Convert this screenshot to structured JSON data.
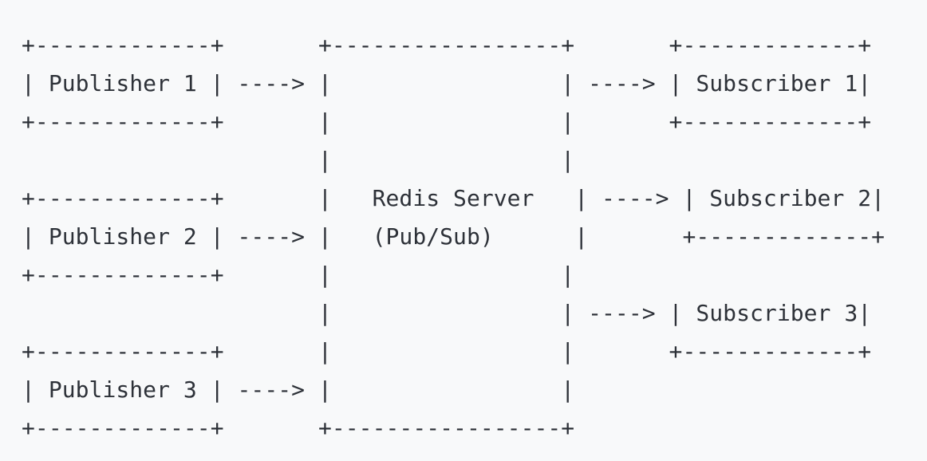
{
  "page": {
    "background": "#f8f9fa",
    "text_color": "#2d3138"
  },
  "diagram": {
    "type": "ascii-architecture",
    "arrow_glyph": "---->",
    "nodes": {
      "publishers": [
        "Publisher 1",
        "Publisher 2",
        "Publisher 3"
      ],
      "server": {
        "label": "Redis Server",
        "sublabel": "(Pub/Sub)"
      },
      "subscribers": [
        "Subscriber 1",
        "Subscriber 2",
        "Subscriber 3"
      ]
    },
    "edges": [
      {
        "from": "Publisher 1",
        "to": "Redis Server (Pub/Sub)"
      },
      {
        "from": "Publisher 2",
        "to": "Redis Server (Pub/Sub)"
      },
      {
        "from": "Publisher 3",
        "to": "Redis Server (Pub/Sub)"
      },
      {
        "from": "Redis Server (Pub/Sub)",
        "to": "Subscriber 1"
      },
      {
        "from": "Redis Server (Pub/Sub)",
        "to": "Subscriber 2"
      },
      {
        "from": "Redis Server (Pub/Sub)",
        "to": "Subscriber 3"
      }
    ],
    "lines": [
      "+-------------+       +-----------------+       +-------------+",
      "| Publisher 1 | ----> |                 | ----> | Subscriber 1|",
      "+-------------+       |                 |       +-------------+",
      "                      |                 |",
      "+-------------+       |   Redis Server   | ----> | Subscriber 2|",
      "| Publisher 2 | ----> |   (Pub/Sub)      |       +-------------+",
      "+-------------+       |                 |",
      "                      |                 | ----> | Subscriber 3|",
      "+-------------+       |                 |       +-------------+",
      "| Publisher 3 | ----> |                 |",
      "+-------------+       +-----------------+"
    ]
  }
}
